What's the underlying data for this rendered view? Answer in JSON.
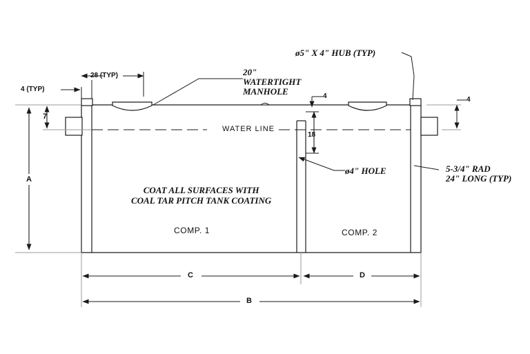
{
  "drawing": {
    "title": "Two-compartment tank elevation drawing",
    "line_color": "#1a1a1a",
    "fill_color": "#ffffff",
    "callouts": {
      "manhole": {
        "line1": "20\"",
        "line2": "WATERTIGHT",
        "line3": "MANHOLE"
      },
      "hub": {
        "text": "ø5\" X 4\"  HUB  (TYP)"
      },
      "hole": {
        "text": "ø4\"  HOLE"
      },
      "radius": {
        "line1": "5-3/4\"  RAD",
        "line2": "24\"  LONG (TYP)"
      },
      "coating": {
        "line1": "COAT ALL SURFACES WITH",
        "line2": "COAL TAR PITCH TANK COATING"
      },
      "water_line": {
        "text": "WATER LINE"
      },
      "comp1": {
        "text": "COMP. 1"
      },
      "comp2": {
        "text": "COMP. 2"
      }
    },
    "dimensions": {
      "top_wall_width": "28 (TYP)",
      "left_offset": "4 (TYP)",
      "freeboard": "7",
      "height_overall": "A",
      "length_overall": "B",
      "comp1_length": "C",
      "comp2_length": "D",
      "baffle_drop": "18",
      "baffle_top": "4",
      "right_top": "4"
    }
  }
}
